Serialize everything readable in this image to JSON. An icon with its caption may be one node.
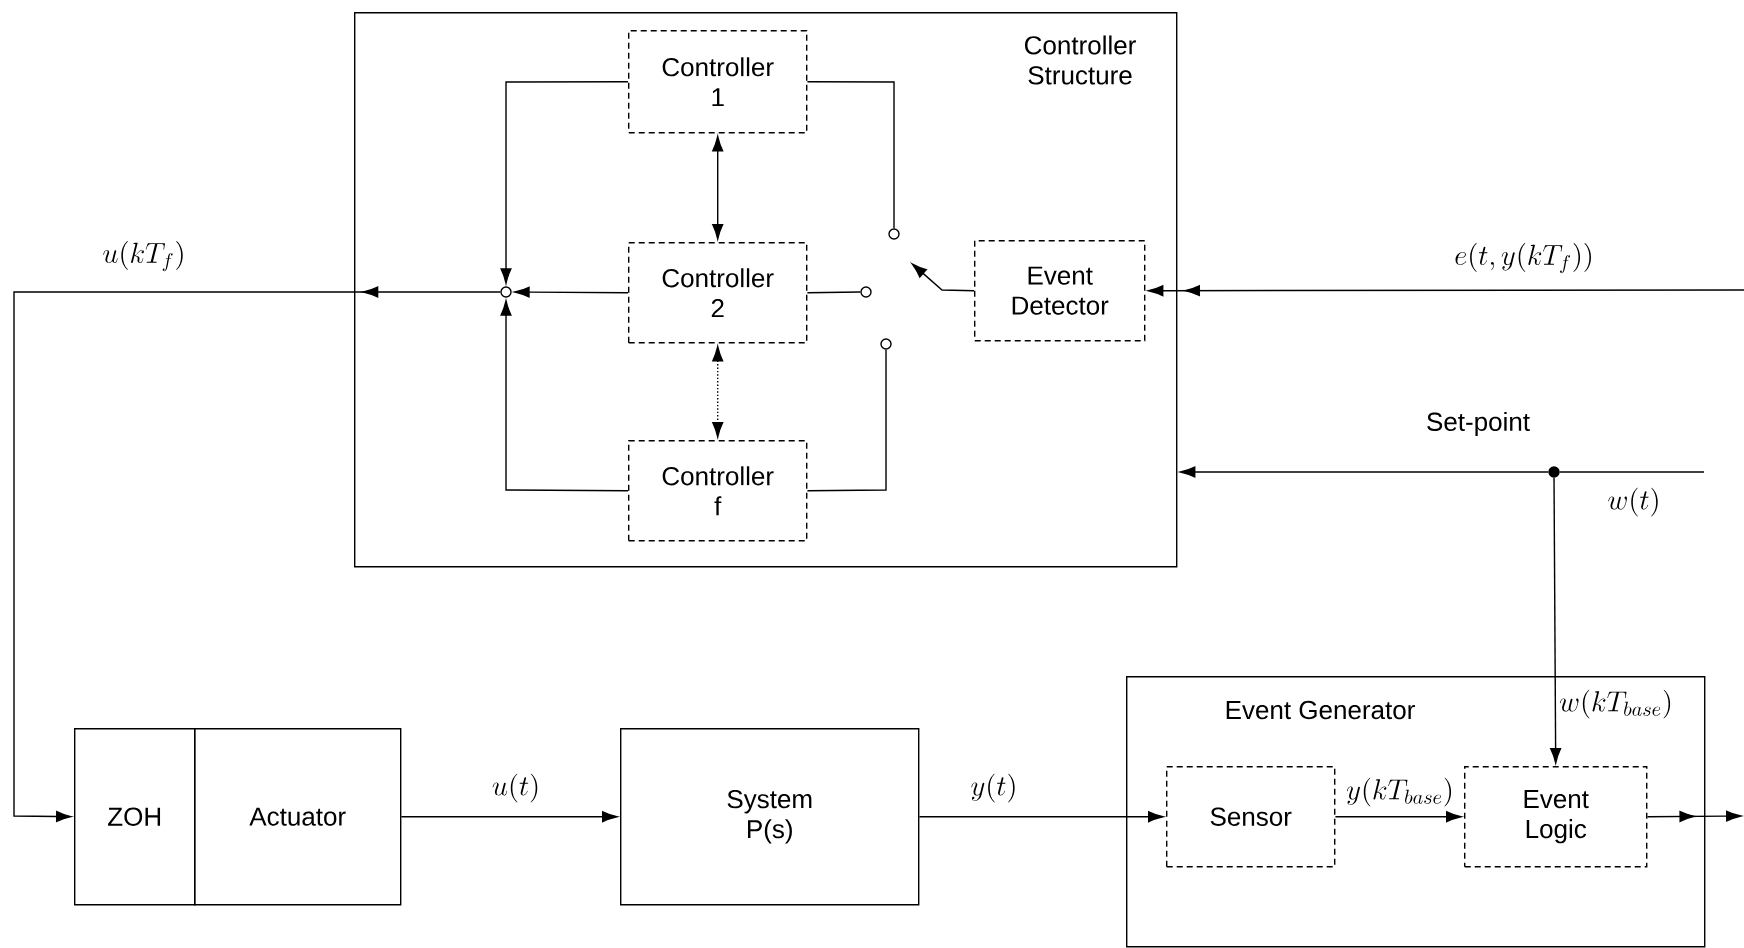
{
  "diagram": {
    "nodes": [
      {
        "text": [
          "Controller Structure"
        ]
      },
      {
        "text": [
          "Controller 1"
        ],
        "in": 0
      },
      {
        "text": [
          "Controller 2"
        ],
        "in": 0
      },
      {
        "text": [
          "Controller f"
        ],
        "in": 0
      },
      {
        "text": [
          "Event Detector"
        ],
        "in": 0
      },
      {
        "text": [],
        "shape": "circle",
        "in": 0
      },
      {
        "text": [],
        "shape": "circle",
        "in": 0
      },
      {
        "text": [],
        "shape": "circle",
        "in": 0
      },
      {
        "text": [],
        "shape": "circle",
        "in": 0
      },
      {
        "text": [
          "ZOH"
        ]
      },
      {
        "text": [
          "Actuator"
        ]
      },
      {
        "text": [
          "System P(s)"
        ]
      },
      {
        "text": [
          "Event Generator"
        ]
      },
      {
        "text": [
          "Sensor"
        ],
        "in": 12
      },
      {
        "text": [
          "Event Logic"
        ],
        "in": 12
      },
      {
        "text": [],
        "shape": "dot"
      }
    ],
    "edges": [
      {
        "from": 1,
        "to": 5,
        "arrow": "to"
      },
      {
        "from": 2,
        "to": 5,
        "arrow": "to"
      },
      {
        "from": 3,
        "to": 5,
        "arrow": "to"
      },
      {
        "from": 1,
        "to": 2,
        "arrow": "both"
      },
      {
        "from": 2,
        "to": 3,
        "arrow": "both",
        "style": "dashed"
      },
      {
        "from": 1,
        "to": 6,
        "arrow": "none"
      },
      {
        "from": 2,
        "to": 7,
        "arrow": "none"
      },
      {
        "from": 3,
        "to": 8,
        "arrow": "none"
      },
      {
        "from": 4,
        "to": null,
        "arrow": "to"
      },
      {
        "from": null,
        "to": 4,
        "arrow": "to",
        "label": "e(t,y(kT_f))"
      },
      {
        "from": 5,
        "to": 9,
        "arrow": "to",
        "label": "u(kT_f)"
      },
      {
        "from": null,
        "to": 15,
        "arrow": "none",
        "label": "w(t)"
      },
      {
        "from": 15,
        "to": 0,
        "arrow": "to"
      },
      {
        "from": 15,
        "to": 14,
        "arrow": "to",
        "label": "w(kT_{base})"
      },
      {
        "from": 10,
        "to": 11,
        "arrow": "to",
        "label": "u(t)"
      },
      {
        "from": 11,
        "to": 13,
        "arrow": "to",
        "label": "y(t)"
      },
      {
        "from": 13,
        "to": 14,
        "arrow": "to",
        "label": "y(kT_{base})"
      },
      {
        "from": 14,
        "to": null,
        "arrow": "to"
      }
    ],
    "labels": [
      "Set-point"
    ]
  }
}
